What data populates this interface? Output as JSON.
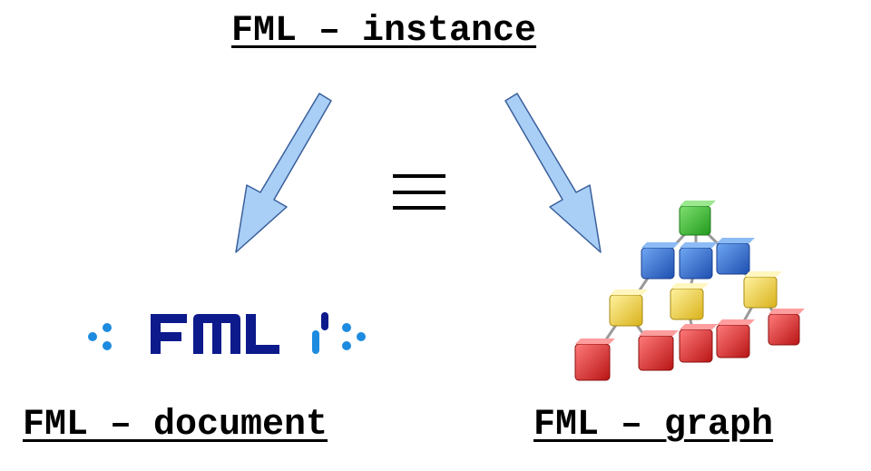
{
  "title": "FML – instance",
  "left_label": "FML – document",
  "right_label": "FML – graph",
  "equivalence_symbol": "≡",
  "logo": {
    "text": "FML",
    "color": "#0d1a8c",
    "dot_color": "#1c8be0"
  },
  "colors": {
    "arrow_fill": "#a9cff7",
    "arrow_stroke": "#3a5f9a",
    "cube_green": "#3fc23a",
    "cube_blue": "#2f6fd8",
    "cube_yellow": "#f2d33a",
    "cube_red": "#e02a2a"
  }
}
